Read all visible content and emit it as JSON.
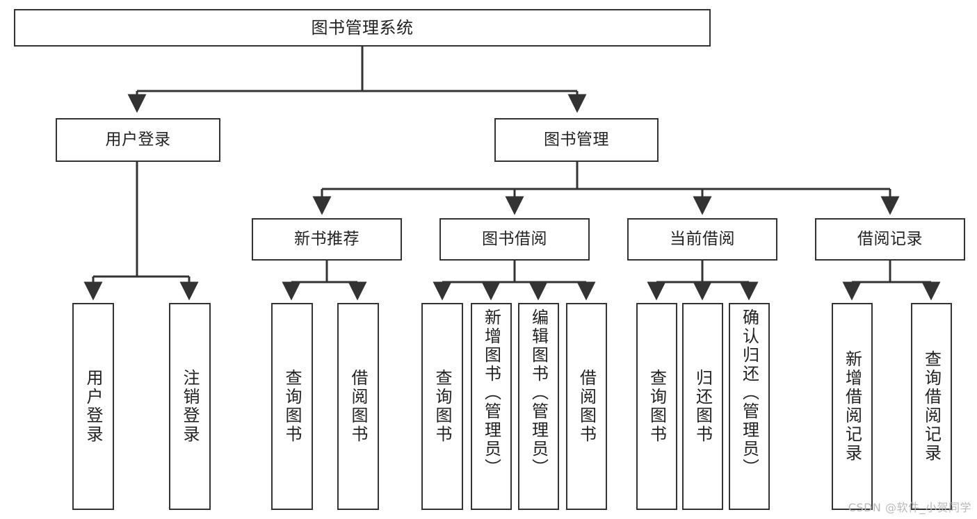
{
  "diagram": {
    "title": "图书管理系统",
    "type": "tree-hierarchy",
    "style": {
      "box_border": "#333333",
      "box_fill": "#ffffff",
      "edge_color": "#333333",
      "background": "#ffffff",
      "text_color": "#222222"
    },
    "levels": {
      "root": {
        "label": "图书管理系统"
      },
      "level2": [
        {
          "id": "user-login",
          "label": "用户登录"
        },
        {
          "id": "book-manage",
          "label": "图书管理"
        }
      ],
      "level3": [
        {
          "id": "new-book-recommend",
          "label": "新书推荐",
          "parent": "book-manage"
        },
        {
          "id": "book-borrow",
          "label": "图书借阅",
          "parent": "book-manage"
        },
        {
          "id": "current-borrow",
          "label": "当前借阅",
          "parent": "book-manage"
        },
        {
          "id": "borrow-record",
          "label": "借阅记录",
          "parent": "book-manage"
        }
      ],
      "leaves": [
        {
          "id": "leaf-user-login",
          "label": "用户登录",
          "parent": "user-login"
        },
        {
          "id": "leaf-user-logout",
          "label": "注销登录",
          "parent": "user-login"
        },
        {
          "id": "leaf-query-book-1",
          "label": "查询图书",
          "parent": "new-book-recommend"
        },
        {
          "id": "leaf-borrow-book-1",
          "label": "借阅图书",
          "parent": "new-book-recommend"
        },
        {
          "id": "leaf-query-book-2",
          "label": "查询图书",
          "parent": "book-borrow"
        },
        {
          "id": "leaf-add-book",
          "label": "新增图书（管理员）",
          "parent": "book-borrow"
        },
        {
          "id": "leaf-edit-book",
          "label": "编辑图书（管理员）",
          "parent": "book-borrow"
        },
        {
          "id": "leaf-borrow-book-2",
          "label": "借阅图书",
          "parent": "book-borrow"
        },
        {
          "id": "leaf-query-book-3",
          "label": "查询图书",
          "parent": "current-borrow"
        },
        {
          "id": "leaf-return-book",
          "label": "归还图书",
          "parent": "current-borrow"
        },
        {
          "id": "leaf-confirm-return",
          "label": "确认归还（管理员）",
          "parent": "current-borrow"
        },
        {
          "id": "leaf-add-record",
          "label": "新增借阅记录",
          "parent": "borrow-record"
        },
        {
          "id": "leaf-query-record",
          "label": "查询借阅记录",
          "parent": "borrow-record"
        }
      ]
    }
  },
  "watermark": {
    "text": "CSDN @软件_小贺同学"
  }
}
